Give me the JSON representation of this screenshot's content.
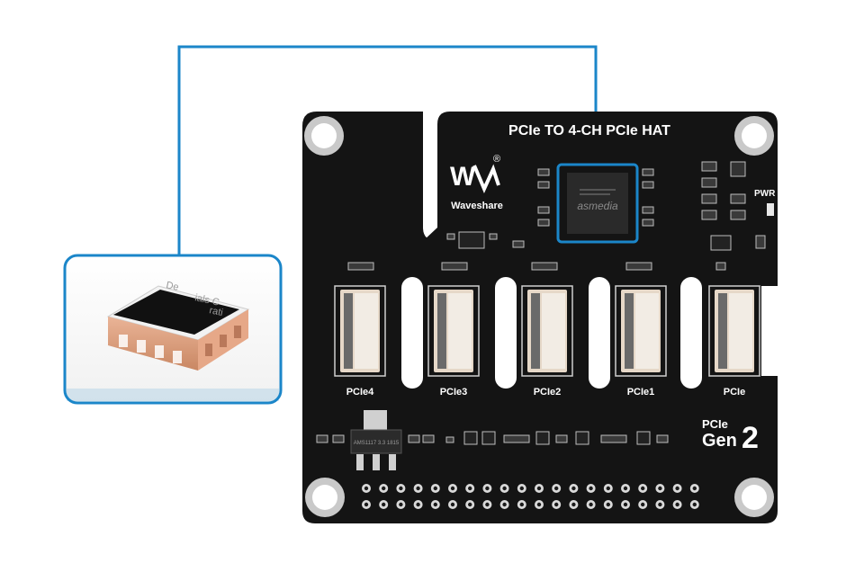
{
  "board": {
    "title": "PCIe TO 4-CH PCIe HAT",
    "brand": "Waveshare",
    "registered_mark": "®",
    "power_label": "PWR",
    "generation_prefix": "PCIe",
    "generation_text": "Gen",
    "generation_number": "2",
    "chip_marking": "asmedia",
    "regulator_marking": "AMS1117 3.3 1815",
    "connectors": [
      {
        "label": "PCIe4"
      },
      {
        "label": "PCIe3"
      },
      {
        "label": "PCIe2"
      },
      {
        "label": "PCIe1"
      },
      {
        "label": "PCIe"
      }
    ]
  },
  "inset": {
    "sticker_text_1": "De",
    "sticker_text_2": "ials C",
    "sticker_text_3": "rati"
  },
  "colors": {
    "pcb": "#141414",
    "accent": "#1b86c9",
    "silkscreen": "#ffffff",
    "copper": "#d79a78",
    "connector": "#e6d8c8"
  }
}
